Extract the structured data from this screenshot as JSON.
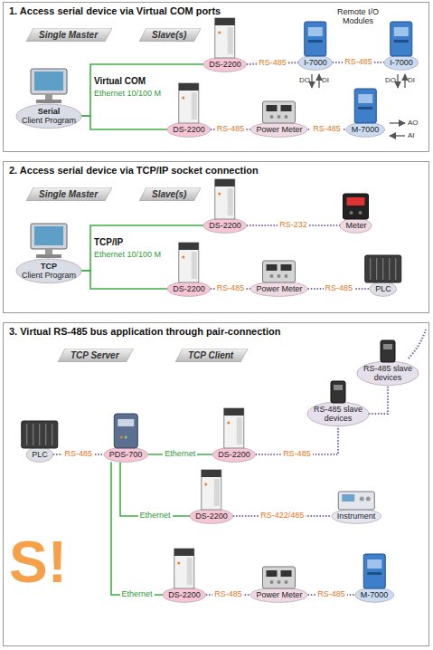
{
  "diagram": {
    "nodes": [
      {
        "text": [
          "1. Access serial device via Virtual COM ports"
        ]
      },
      {
        "text": [
          "Single Master"
        ],
        "in": 0
      },
      {
        "text": [
          "Slave(s)"
        ],
        "in": 0
      },
      {
        "text": [
          "Serial",
          "Client Program"
        ],
        "in": 0
      },
      {
        "text": [
          "DS-2200"
        ],
        "in": 0
      },
      {
        "text": [
          "I-7000"
        ],
        "in": 0
      },
      {
        "text": [
          "I-7000"
        ],
        "in": 0
      },
      {
        "text": [
          "DS-2200"
        ],
        "in": 0
      },
      {
        "text": [
          "Power Meter"
        ],
        "in": 0
      },
      {
        "text": [
          "M-7000"
        ],
        "in": 0
      },
      {
        "text": [
          "2. Access serial device via TCP/IP socket connection"
        ]
      },
      {
        "text": [
          "Single Master"
        ],
        "in": 10
      },
      {
        "text": [
          "Slave(s)"
        ],
        "in": 10
      },
      {
        "text": [
          "TCP",
          "Client Program"
        ],
        "in": 10
      },
      {
        "text": [
          "DS-2200"
        ],
        "in": 10
      },
      {
        "text": [
          "Meter"
        ],
        "in": 10
      },
      {
        "text": [
          "DS-2200"
        ],
        "in": 10
      },
      {
        "text": [
          "Power Meter"
        ],
        "in": 10
      },
      {
        "text": [
          "PLC"
        ],
        "in": 10
      },
      {
        "text": [
          "3. Virtual RS-485 bus application through pair-connection"
        ]
      },
      {
        "text": [
          "TCP Server"
        ],
        "in": 19
      },
      {
        "text": [
          "TCP Client"
        ],
        "in": 19
      },
      {
        "text": [
          "PLC"
        ],
        "in": 19
      },
      {
        "text": [
          "PDS-700"
        ],
        "in": 19
      },
      {
        "text": [
          "DS-2200"
        ],
        "in": 19
      },
      {
        "text": [
          "RS-485 slave devices"
        ],
        "in": 19
      },
      {
        "text": [
          "RS-485 slave devices"
        ],
        "in": 19
      },
      {
        "text": [
          "DS-2200"
        ],
        "in": 19
      },
      {
        "text": [
          "Instrument"
        ],
        "in": 19
      },
      {
        "text": [
          "DS-2200"
        ],
        "in": 19
      },
      {
        "text": [
          "Power Meter"
        ],
        "in": 19
      },
      {
        "text": [
          "M-7000"
        ],
        "in": 19
      }
    ],
    "edges": [
      {
        "from": 3,
        "to": 4,
        "arrow": "none"
      },
      {
        "from": 3,
        "to": 7,
        "arrow": "none"
      },
      {
        "from": 4,
        "to": 5,
        "label": "RS-485",
        "arrow": "none"
      },
      {
        "from": 5,
        "to": 6,
        "label": "RS-485",
        "arrow": "none"
      },
      {
        "from": 7,
        "to": 8,
        "label": "RS-485",
        "arrow": "none"
      },
      {
        "from": 8,
        "to": 9,
        "label": "RS-485",
        "arrow": "none"
      },
      {
        "from": 13,
        "to": 14,
        "arrow": "none"
      },
      {
        "from": 13,
        "to": 16,
        "arrow": "none"
      },
      {
        "from": 14,
        "to": 15,
        "label": "RS-232",
        "arrow": "none"
      },
      {
        "from": 16,
        "to": 17,
        "label": "RS-485",
        "arrow": "none"
      },
      {
        "from": 17,
        "to": 18,
        "label": "RS-485",
        "arrow": "none"
      },
      {
        "from": 22,
        "to": 23,
        "label": "RS-485",
        "arrow": "none"
      },
      {
        "from": 23,
        "to": 24,
        "label": "Ethernet",
        "arrow": "none"
      },
      {
        "from": 24,
        "to": 25,
        "label": "RS-485",
        "arrow": "none"
      },
      {
        "from": 25,
        "to": 26,
        "arrow": "none"
      },
      {
        "from": 23,
        "to": 27,
        "label": "Ethernet",
        "arrow": "none"
      },
      {
        "from": 27,
        "to": 28,
        "label": "RS-422/485",
        "arrow": "none"
      },
      {
        "from": 23,
        "to": 29,
        "label": "Ethernet",
        "arrow": "none"
      },
      {
        "from": 29,
        "to": 30,
        "label": "RS-485",
        "arrow": "none"
      },
      {
        "from": 30,
        "to": 31,
        "label": "RS-485",
        "arrow": "none"
      }
    ],
    "labels": [
      "Remote I/O Modules",
      "DO",
      "DI",
      "DO",
      "DI",
      "AO",
      "AI",
      "Virtual COM",
      "Ethernet 10/100 M",
      "TCP/IP",
      "Ethernet 10/100 M",
      "S!"
    ]
  }
}
